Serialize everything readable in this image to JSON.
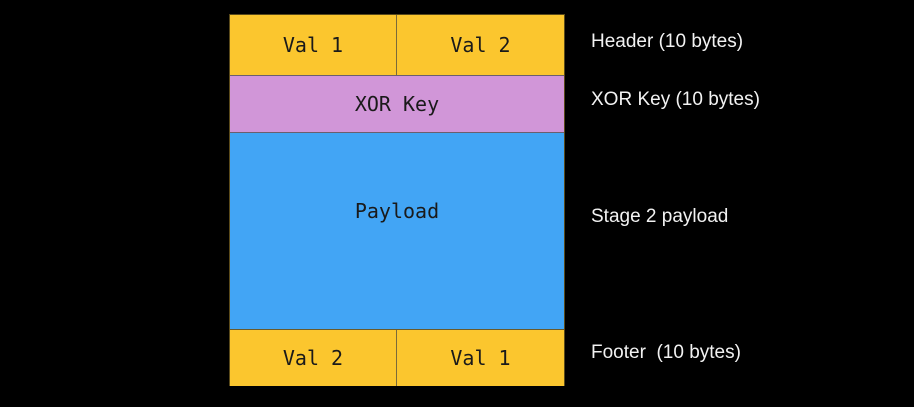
{
  "diagram": {
    "header": {
      "left_value": "Val 1",
      "right_value": "Val 2",
      "label": "Header (10 bytes)"
    },
    "xor_key": {
      "value": "XOR Key",
      "label": "XOR Key (10 bytes)"
    },
    "payload": {
      "value": "Payload",
      "label": "Stage 2 payload"
    },
    "footer": {
      "left_value": "Val 2",
      "right_value": "Val 1",
      "label": "Footer  (10 bytes)"
    }
  },
  "colors": {
    "background": "#000000",
    "header_footer": "#fbc62e",
    "xor_key": "#d196d8",
    "payload": "#42a5f5",
    "label_text": "#f2f2f2"
  }
}
